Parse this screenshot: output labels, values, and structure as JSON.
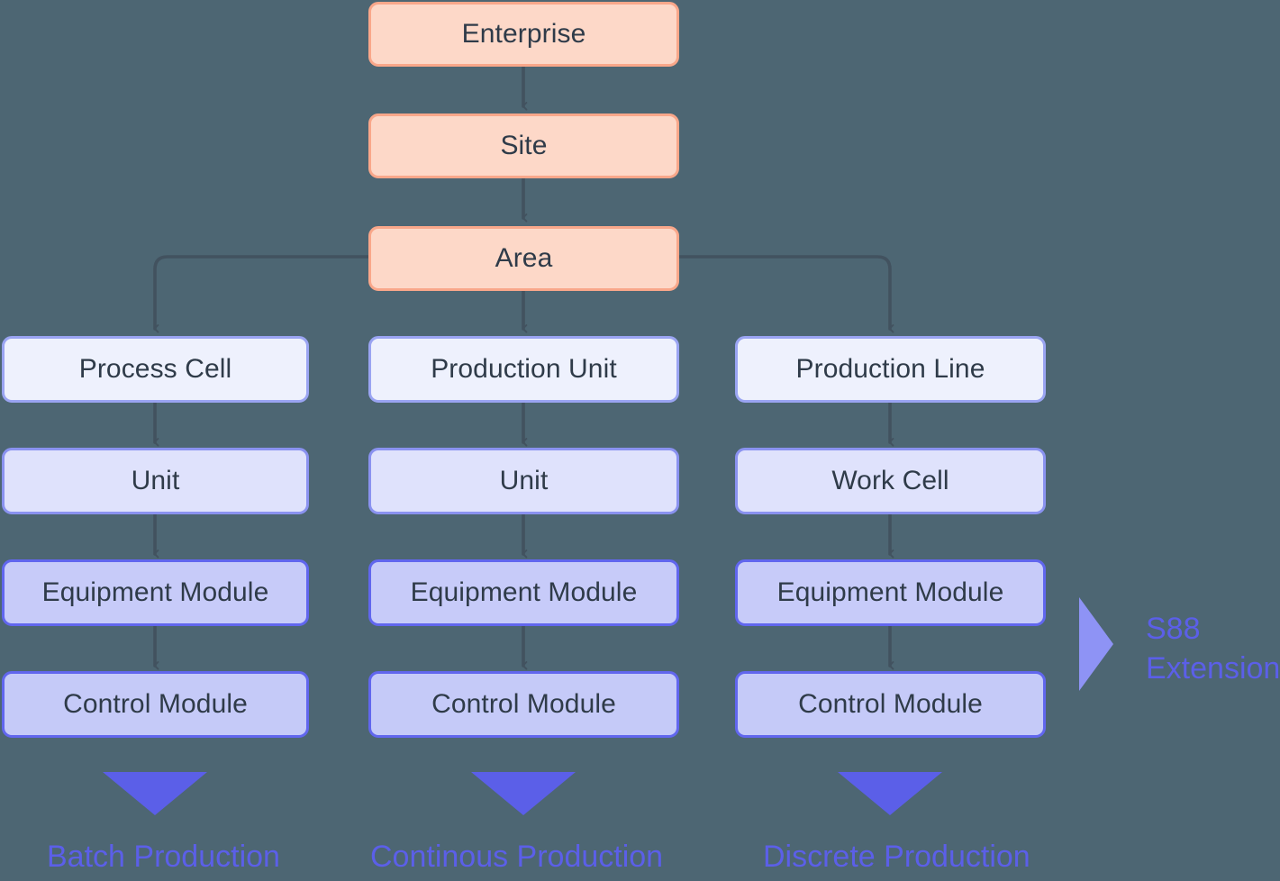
{
  "diagram": {
    "background_color": "#4d6673",
    "top_chain": [
      {
        "id": "enterprise",
        "label": "Enterprise"
      },
      {
        "id": "site",
        "label": "Site"
      },
      {
        "id": "area",
        "label": "Area"
      }
    ],
    "columns": [
      {
        "id": "batch",
        "caption": "Batch Production",
        "nodes": [
          {
            "id": "process-cell",
            "label": "Process Cell"
          },
          {
            "id": "unit-batch",
            "label": "Unit"
          },
          {
            "id": "equipment-module-batch",
            "label": "Equipment Module"
          },
          {
            "id": "control-module-batch",
            "label": "Control Module"
          }
        ]
      },
      {
        "id": "continuous",
        "caption": "Continous Production",
        "nodes": [
          {
            "id": "production-unit",
            "label": "Production Unit"
          },
          {
            "id": "unit-continuous",
            "label": "Unit"
          },
          {
            "id": "equipment-module-continuous",
            "label": "Equipment Module"
          },
          {
            "id": "control-module-continuous",
            "label": "Control Module"
          }
        ]
      },
      {
        "id": "discrete",
        "caption": "Discrete Production",
        "nodes": [
          {
            "id": "production-line",
            "label": "Production Line"
          },
          {
            "id": "work-cell",
            "label": "Work Cell"
          },
          {
            "id": "equipment-module-discrete",
            "label": "Equipment Module"
          },
          {
            "id": "control-module-discrete",
            "label": "Control Module"
          }
        ]
      }
    ],
    "annotation": {
      "line1": "S88",
      "line2": "Extension"
    },
    "colors": {
      "top_fill": "#fdd8c8",
      "top_border": "#f9a78a",
      "level1_fill": "#eef1fd",
      "level2_fill": "#dfe2fc",
      "level3_fill": "#c7cbf9",
      "level4_fill": "#c5caf8",
      "node_border_blue": "#6166ee",
      "connector": "#42525f",
      "accent": "#5b5fe8",
      "accent_light": "#8e93f5",
      "text": "#2f3b49"
    }
  }
}
